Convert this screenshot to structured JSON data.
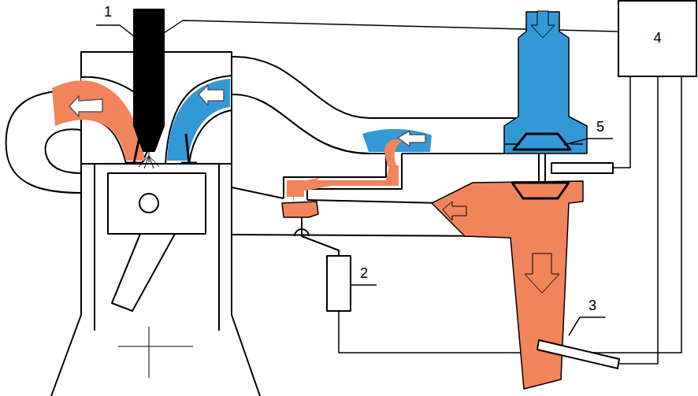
{
  "diagram": {
    "nodes": [
      {
        "text": [
          "4"
        ]
      }
    ],
    "labels": [
      "1",
      "2",
      "3",
      "5"
    ]
  }
}
